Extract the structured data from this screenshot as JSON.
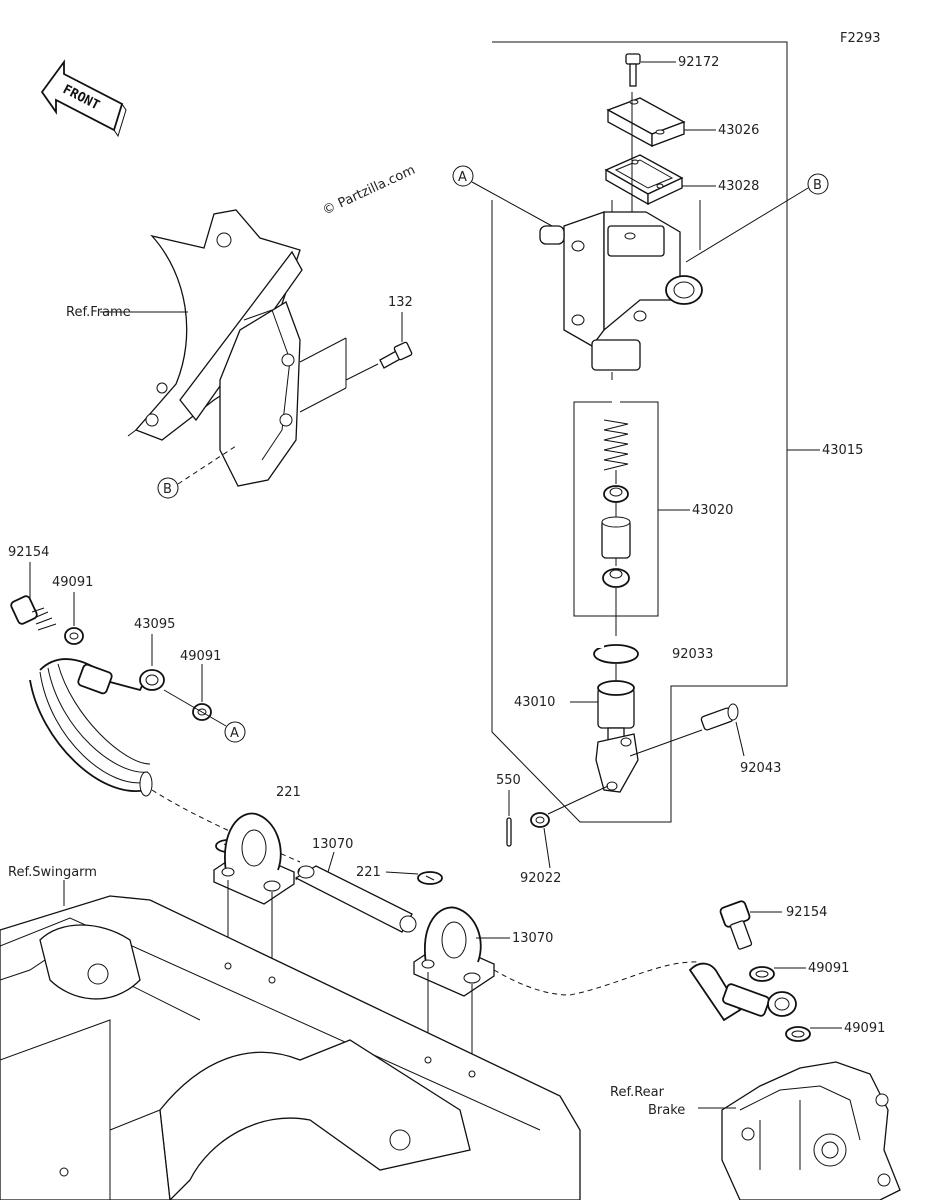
{
  "diagram_code": "F2293",
  "watermark": "© Partzilla.com",
  "front_label": "FRONT",
  "ref_frame": "Ref.Frame",
  "ref_swingarm": "Ref.Swingarm",
  "ref_rear_brake_1": "Ref.Rear",
  "ref_rear_brake_2": "Brake",
  "markers": {
    "a": "A",
    "b": "B"
  },
  "parts": {
    "p92172": "92172",
    "p43026": "43026",
    "p43028": "43028",
    "p43015": "43015",
    "p43020": "43020",
    "p92033": "92033",
    "p43010": "43010",
    "p92043": "92043",
    "p550": "550",
    "p92022": "92022",
    "p132": "132",
    "p92154_left": "92154",
    "p49091_left1": "49091",
    "p43095": "43095",
    "p49091_left2": "49091",
    "p221_left": "221",
    "p13070_top": "13070",
    "p221_mid": "221",
    "p13070_mid": "13070",
    "p92154_right": "92154",
    "p49091_right1": "49091",
    "p49091_right2": "49091"
  }
}
